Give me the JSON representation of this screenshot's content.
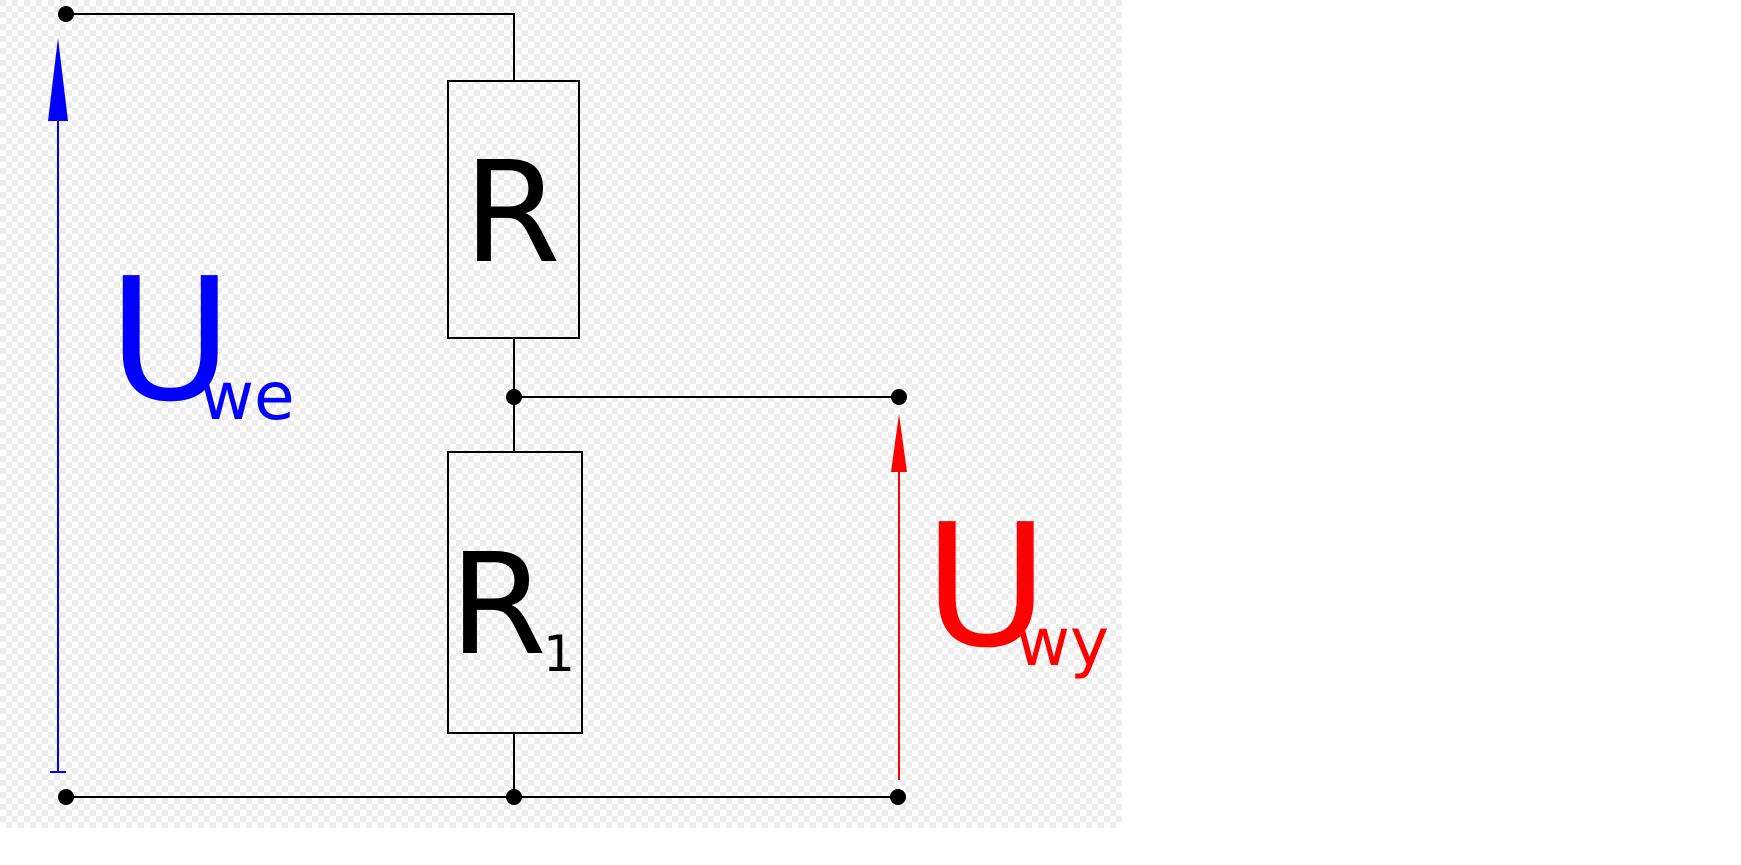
{
  "diagram": {
    "components": {
      "upper_resistor": {
        "label": "R"
      },
      "lower_resistor": {
        "label": "R",
        "subscript": "1"
      }
    },
    "voltages": {
      "input": {
        "symbol": "U",
        "subscript": "we",
        "color": "#0000ff"
      },
      "output": {
        "symbol": "U",
        "subscript": "wy",
        "color": "#ff0000"
      }
    },
    "colors": {
      "wire": "#000000",
      "background_checker_light": "#ffffff",
      "background_checker_dark": "#ececec"
    }
  }
}
